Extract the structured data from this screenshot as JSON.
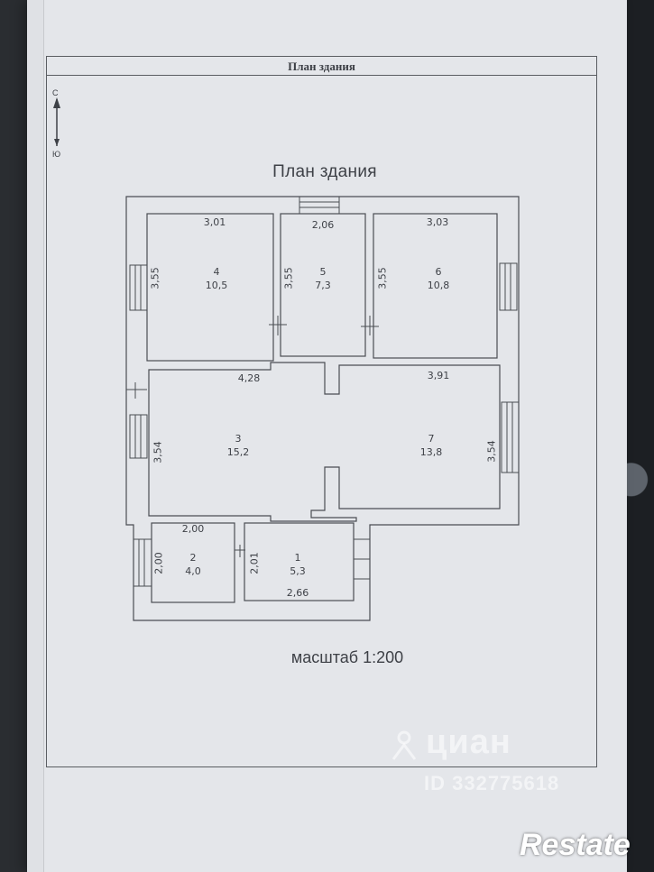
{
  "document": {
    "frame_title": "План здания",
    "plan_heading": "План здания",
    "scale": "масштаб 1:200"
  },
  "compass": {
    "north": "С",
    "south": "Ю"
  },
  "rooms": [
    {
      "number": "1",
      "area": "5,3"
    },
    {
      "number": "2",
      "area": "4,0"
    },
    {
      "number": "3",
      "area": "15,2"
    },
    {
      "number": "4",
      "area": "10,5"
    },
    {
      "number": "5",
      "area": "7,3"
    },
    {
      "number": "6",
      "area": "10,8"
    },
    {
      "number": "7",
      "area": "13,8"
    }
  ],
  "dimensions": {
    "room4_width": "3,01",
    "room4_height": "3,55",
    "room5_width": "2,06",
    "room5_height": "3,55",
    "room6_width": "3,03",
    "room6_height": "3,55",
    "room3_width": "4,28",
    "room3_height": "3,54",
    "room7_width": "3,91",
    "room7_height": "3,54",
    "room2_width": "2,00",
    "room2_height": "2,00",
    "room1_width": "2,66",
    "room1_height": "2,01"
  },
  "watermark": {
    "brand": "циан",
    "id": "ID 332775618"
  },
  "corner_logo": "Restate",
  "colors": {
    "line": "#4a4d53",
    "paper": "#e4e6ea",
    "text": "#3e4147"
  }
}
